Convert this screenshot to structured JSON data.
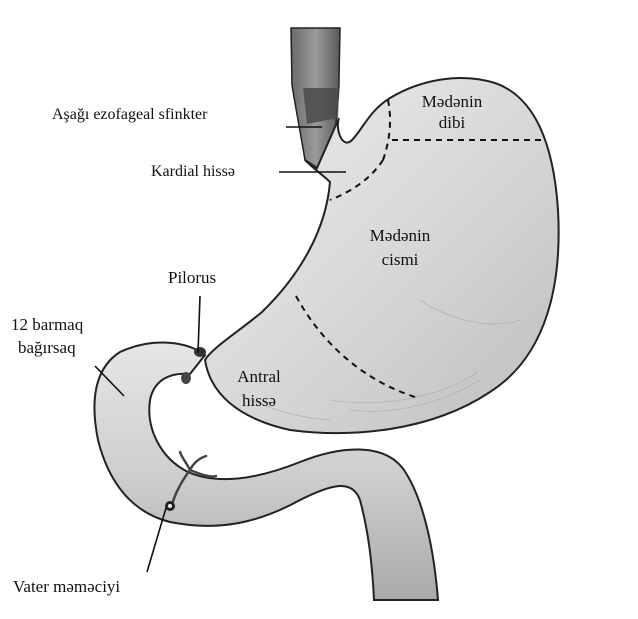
{
  "labels": {
    "les": "Aşağı ezofageal sfinkter",
    "cardia": "Kardial hissə",
    "fundus_1": "Mədənin",
    "fundus_2": "dibi",
    "body_1": "Mədənin",
    "body_2": "cismi",
    "pylorus": "Pilorus",
    "duodenum_1": "12 barmaq",
    "duodenum_2": "bağırsaq",
    "antrum_1": "Antral",
    "antrum_2": "hissə",
    "papilla": "Vater məməciyi"
  },
  "colors": {
    "stomach_fill": "#d9d9d9",
    "outline": "#222222",
    "esophagus_dark": "#555555",
    "esophagus_light": "#bdbdbd",
    "intestine": "#cfcfcf",
    "background": "#ffffff"
  }
}
